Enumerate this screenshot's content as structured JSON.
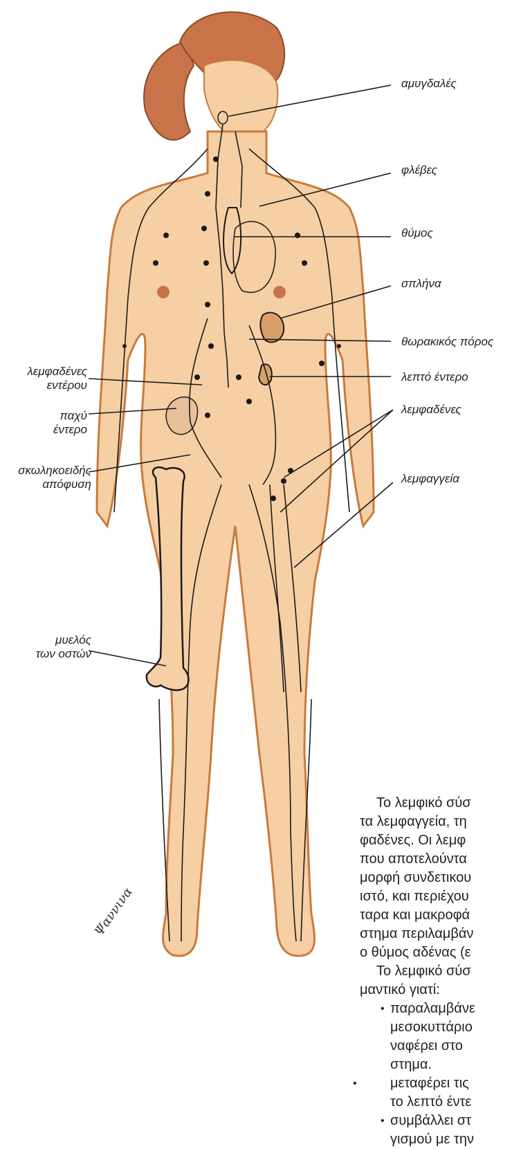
{
  "labels": {
    "tonsils": "αμυγδαλές",
    "veins": "φλέβες",
    "thymus": "θύμος",
    "spleen": "σπλήνα",
    "thoracic_duct": "θωρακικός πόρος",
    "small_intestine": "λεπτό έντερο",
    "lymph_nodes": "λεμφαδένες",
    "lymph_vessels": "λεμφαγγεία",
    "intestinal_nodes_1": "λεμφαδένες",
    "intestinal_nodes_2": "εντέρου",
    "large_intestine_1": "παχύ",
    "large_intestine_2": "έντερο",
    "appendix_1": "σκωληκοειδής",
    "appendix_2": "απόφυση",
    "bone_marrow_1": "μυελός",
    "bone_marrow_2": "των οστών"
  },
  "text": {
    "line1": "Το λεμφικό σύσ",
    "line2": "τα λεμφαγγεία, τη",
    "line3": "φαδένες. Οι λεμφ",
    "line4": "που αποτελούντα",
    "line5": "μορφή συνδετικου",
    "line6": "ιστό, και περιέχου",
    "line7": "ταρα και μακροφά",
    "line8": "στημα περιλαμβάν",
    "line9": "ο θύμος αδένας (ε",
    "line10": "Το λεμφικό σύσ",
    "line11": "μαντικό γιατί:",
    "bullet1_a": "παραλαμβάνε",
    "bullet1_b": "μεσοκυττάριο",
    "bullet1_c": "ναφέρει στο",
    "bullet1_d": "στημα.",
    "bullet2_a": "μεταφέρει τις",
    "bullet2_b": "το λεπτό έντε",
    "bullet3_a": "συμβάλλει στ",
    "bullet3_b": "γισμού με την"
  },
  "signature": "Ψαννινα",
  "colors": {
    "skin": "#f6cfa4",
    "skin_edge": "#c97a3c",
    "hair": "#c8734a",
    "lymph": "#1a1a1a",
    "organ": "#d9a06b"
  }
}
